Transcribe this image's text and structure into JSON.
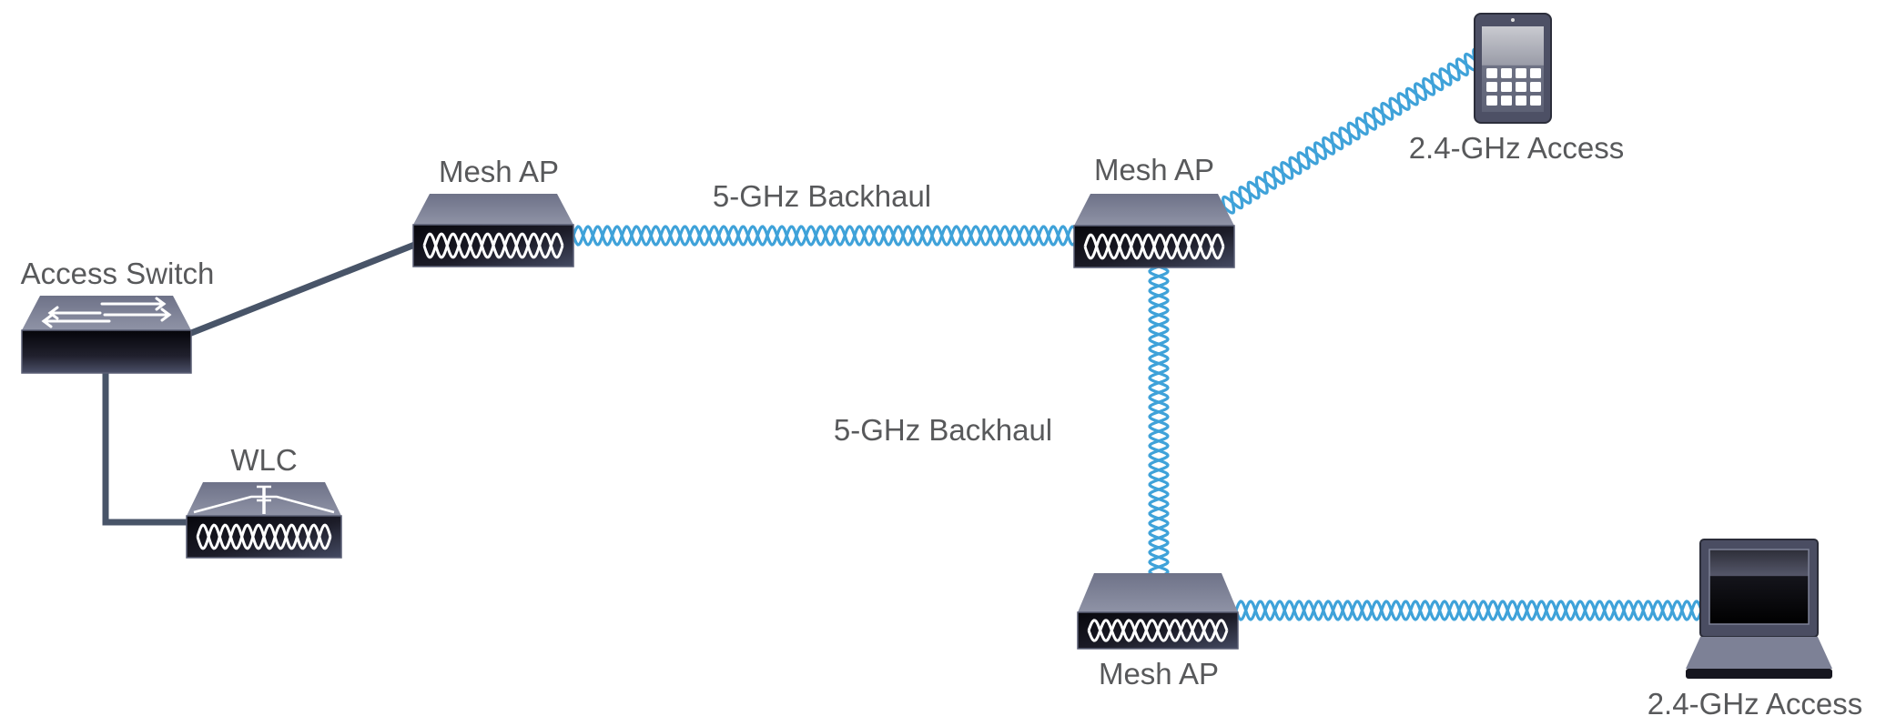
{
  "diagram": {
    "title": "",
    "colors": {
      "wireless": "#3fa2d9",
      "cable": "#485468",
      "label": "#58595b",
      "device_top": "#7d8196",
      "device_front": "#16161f"
    },
    "nodes": [
      {
        "id": "access-switch",
        "type": "switch",
        "label": "Access Switch"
      },
      {
        "id": "wlc",
        "type": "wlc",
        "label": "WLC"
      },
      {
        "id": "mesh-ap-1",
        "type": "access-point",
        "label": "Mesh AP"
      },
      {
        "id": "mesh-ap-2",
        "type": "access-point",
        "label": "Mesh AP"
      },
      {
        "id": "mesh-ap-3",
        "type": "access-point",
        "label": "Mesh AP"
      },
      {
        "id": "tablet",
        "type": "tablet",
        "label": "2.4-GHz Access"
      },
      {
        "id": "laptop",
        "type": "laptop",
        "label": "2.4-GHz Access"
      }
    ],
    "links": [
      {
        "id": "switch-wlc",
        "from": "access-switch",
        "to": "wlc",
        "kind": "wired",
        "label": ""
      },
      {
        "id": "switch-ap1",
        "from": "access-switch",
        "to": "mesh-ap-1",
        "kind": "wired",
        "label": ""
      },
      {
        "id": "ap1-ap2",
        "from": "mesh-ap-1",
        "to": "mesh-ap-2",
        "kind": "wireless",
        "label": "5-GHz Backhaul"
      },
      {
        "id": "ap2-ap3",
        "from": "mesh-ap-2",
        "to": "mesh-ap-3",
        "kind": "wireless",
        "label": "5-GHz Backhaul"
      },
      {
        "id": "ap2-tablet",
        "from": "mesh-ap-2",
        "to": "tablet",
        "kind": "wireless",
        "label": ""
      },
      {
        "id": "ap3-laptop",
        "from": "mesh-ap-3",
        "to": "laptop",
        "kind": "wireless",
        "label": ""
      }
    ]
  }
}
